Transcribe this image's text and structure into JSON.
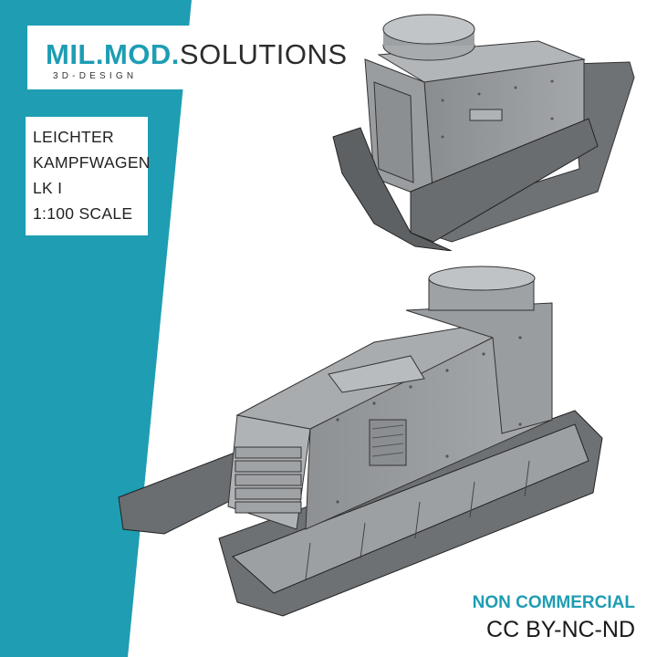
{
  "brand": {
    "name_accent": "MIL.MOD.",
    "name_rest": "SOLUTIONS",
    "tagline": "3D-DESIGN",
    "accent_color": "#1e9db3"
  },
  "title": {
    "lines": [
      "LEICHTER",
      "KAMPFWAGEN",
      "LK I",
      "1:100 SCALE"
    ]
  },
  "license": {
    "note": "NON COMMERCIAL",
    "code": "CC BY-NC-ND"
  },
  "images": {
    "top_view": "tank-model-rear-view",
    "bottom_view": "tank-model-front-view"
  }
}
